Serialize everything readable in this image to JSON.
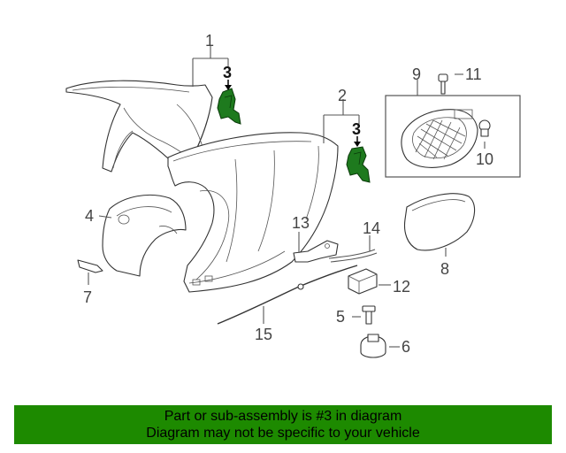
{
  "callouts": {
    "c1": "1",
    "c2": "2",
    "c3a": "3",
    "c3b": "3",
    "c4": "4",
    "c5": "5",
    "c6": "6",
    "c7": "7",
    "c8": "8",
    "c9": "9",
    "c10": "10",
    "c11": "11",
    "c12": "12",
    "c13": "13",
    "c14": "14",
    "c15": "15"
  },
  "highlight_color": "#1e7a1e",
  "banner": {
    "color": "#1d8a00",
    "line1": "Part or sub-assembly is #3 in diagram",
    "line2": "Diagram may not be specific to your vehicle"
  }
}
